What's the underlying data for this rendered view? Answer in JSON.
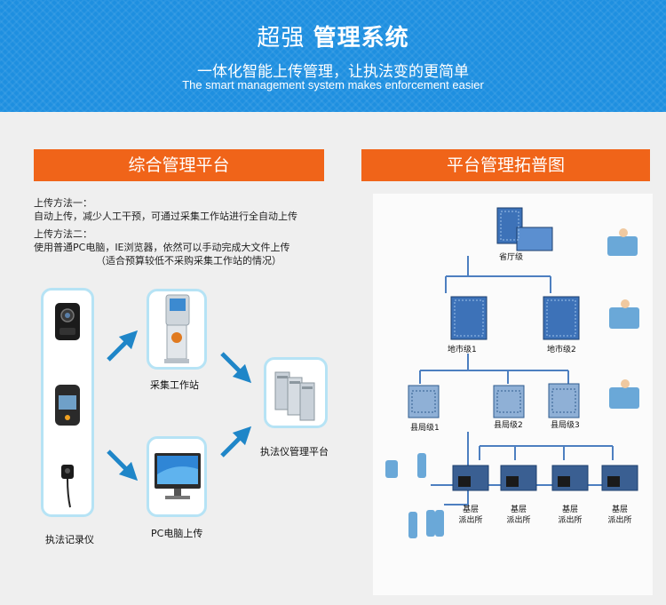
{
  "banner": {
    "title_light": "超强",
    "title_bold": "管理系统",
    "subtitle_cn": "一体化智能上传管理，让执法变的更简单",
    "subtitle_en": "The smart management system makes enforcement easier"
  },
  "left": {
    "header": "综合管理平台",
    "method1_title": "上传方法一：",
    "method1_text": "自动上传，减少人工干预，可通过采集工作站进行全自动上传",
    "method2_title": "上传方法二：",
    "method2_text": "使用普通PC电脑，IE浏览器，依然可以手动完成大文件上传",
    "method2_note": "（适合预算较低不采购采集工作站的情况）",
    "captions": {
      "recorder": "执法记录仪",
      "station": "采集工作站",
      "pc": "PC电脑上传",
      "platform": "执法仪管理平台"
    }
  },
  "right": {
    "header": "平台管理拓普图",
    "labels": {
      "province": "省厅级",
      "city1": "地市级1",
      "city2": "地市级2",
      "county1": "县局级1",
      "county2": "县局级2",
      "county3": "县局级3"
    },
    "station_label": "基层\n派出所"
  },
  "colors": {
    "banner": "#1e8fe0",
    "header": "#f06419",
    "box_border": "#b6e3f5",
    "arrow": "#1f86c8",
    "line": "#4d7fc0"
  }
}
